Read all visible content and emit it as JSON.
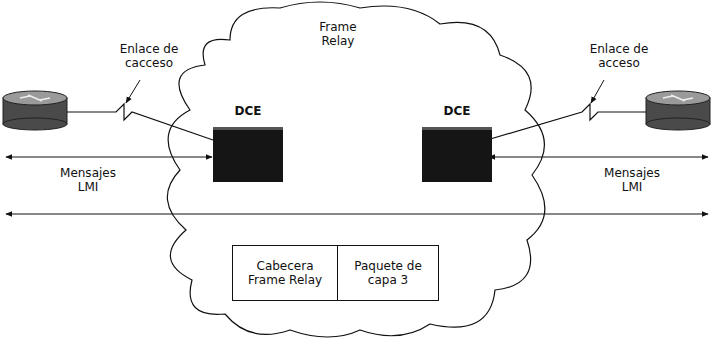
{
  "diagram": {
    "nodes": [
      {
        "text": [
          "Frame Relay"
        ]
      },
      {
        "text": [
          "DCE"
        ],
        "in": 0
      },
      {
        "text": [
          "DCE"
        ],
        "in": 0
      },
      {
        "text": [
          "Cabecera Frame Relay"
        ],
        "in": 0
      },
      {
        "text": [
          "Paquete de capa 3"
        ],
        "in": 0
      }
    ],
    "labels": [
      "Enlace de cacceso",
      "Enlace de acceso",
      "Mensajes LMI",
      "Mensajes LMI"
    ]
  }
}
